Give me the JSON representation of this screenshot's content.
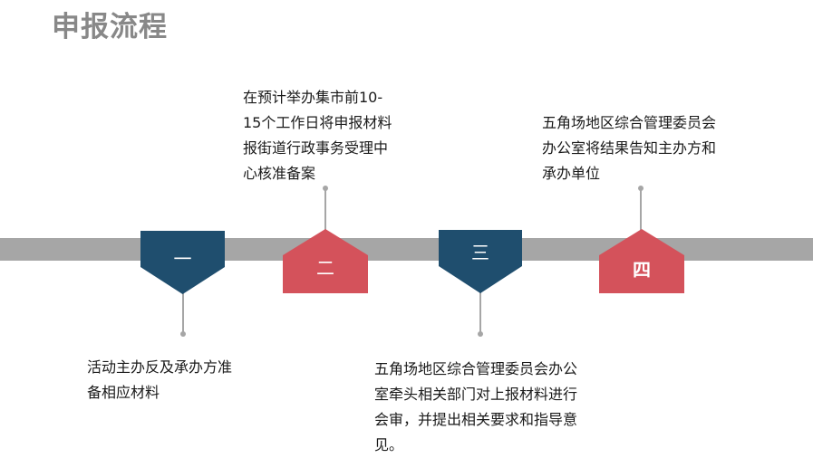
{
  "title": "申报流程",
  "colors": {
    "navy": "#1f4e6e",
    "red": "#d4525b",
    "bar": "#a6a6a6"
  },
  "steps": [
    {
      "label": "一",
      "shape": "pentagon-down",
      "color": "navy",
      "text_lines": [
        "活动主办反及承办方准",
        "备相应材料"
      ]
    },
    {
      "label": "二",
      "shape": "pentagon-up",
      "color": "red",
      "text_lines": [
        "在预计举办集市前10-",
        "15个工作日将申报材料",
        "报街道行政事务受理中",
        "心核准备案"
      ]
    },
    {
      "label": "三",
      "shape": "pentagon-down",
      "color": "navy",
      "text_lines": [
        "五角场地区综合管理委员会办公",
        "室牵头相关部门对上报材料进行",
        "会审，并提出相关要求和指导意",
        "见。"
      ]
    },
    {
      "label": "四",
      "shape": "pentagon-up",
      "color": "red",
      "text_lines": [
        "五角场地区综合管理委员会",
        "办公室将结果告知主办方和",
        "承办单位"
      ]
    }
  ]
}
